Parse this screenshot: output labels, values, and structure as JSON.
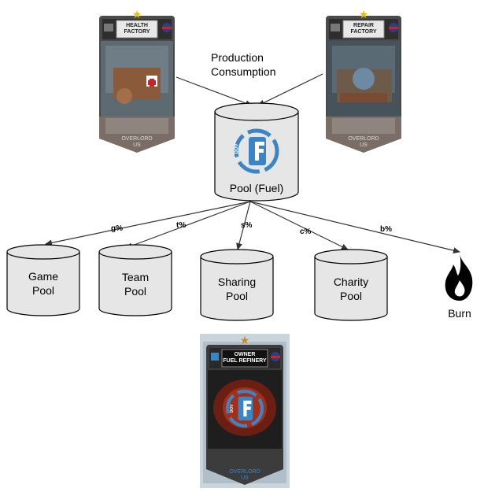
{
  "production_label": "Production",
  "consumption_label": "Consumption",
  "health_card": {
    "line1": "HEALTH",
    "line2": "FACTORY",
    "footer_line1": "OVERLORD",
    "footer_line2": "US"
  },
  "repair_card": {
    "line1": "REPAIR",
    "line2": "FACTORY",
    "footer_line1": "OVERLORD",
    "footer_line2": "US"
  },
  "fuel_card": {
    "line1": "OWNER",
    "line2": "FUEL REFINERY",
    "footer_line1": "OVERLORD",
    "footer_line2": "US",
    "logo_text": "DOV"
  },
  "pool_main": {
    "label": "Pool (Fuel)",
    "logo_text": "DOV"
  },
  "percentages": {
    "g": "g%",
    "t": "t%",
    "s": "s%",
    "c": "c%",
    "b": "b%"
  },
  "pools": {
    "game": {
      "line1": "Game",
      "line2": "Pool"
    },
    "team": {
      "line1": "Team",
      "line2": "Pool"
    },
    "sharing": {
      "line1": "Sharing",
      "line2": "Pool"
    },
    "charity": {
      "line1": "Charity",
      "line2": "Pool"
    }
  },
  "burn_label": "Burn",
  "colors": {
    "logo_blue": "#3a85c6",
    "card_dark": "#3c3c3c",
    "flame": "#000000"
  }
}
